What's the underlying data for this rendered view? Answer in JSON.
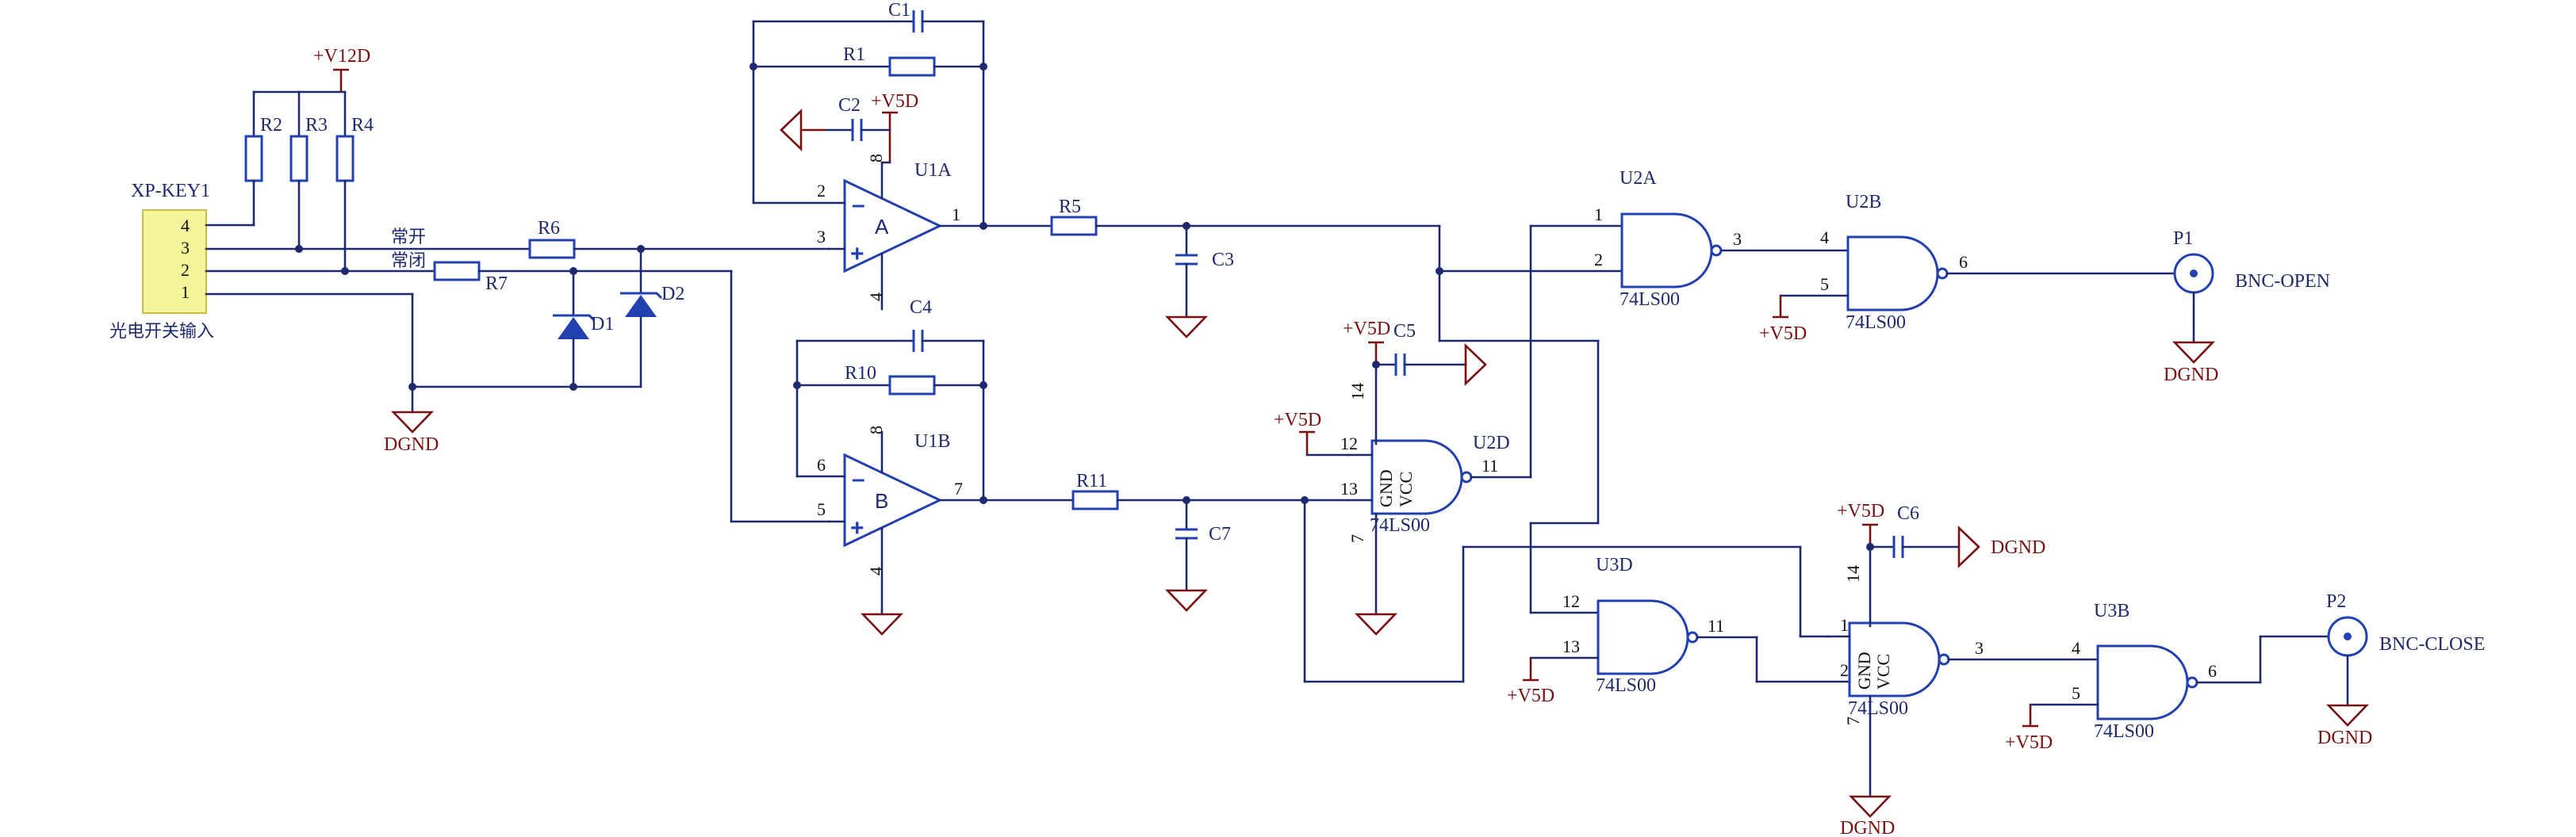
{
  "connector": {
    "ref": "XP-KEY1",
    "caption": "光电开关输入",
    "pins": [
      "4",
      "3",
      "2",
      "1"
    ]
  },
  "labels": {
    "nc_open": "常开",
    "nc_close": "常闭",
    "r1": "R1",
    "r2": "R2",
    "r3": "R3",
    "r4": "R4",
    "r5": "R5",
    "r6": "R6",
    "r7": "R7",
    "r10": "R10",
    "r11": "R11",
    "c1": "C1",
    "c2": "C2",
    "c3": "C3",
    "c4": "C4",
    "c5": "C5",
    "c6": "C6",
    "c7": "C7",
    "d1": "D1",
    "d2": "D2",
    "u1a": "U1A",
    "u1b": "U1B",
    "opa": "A",
    "opb": "B",
    "u2a": "U2A",
    "u2b": "U2B",
    "u2d": "U2D",
    "u3b": "U3B",
    "u3d": "U3D",
    "u3a_part": "74LS00",
    "part": "74LS00",
    "gnd_pin": "GND",
    "vcc_pin": "VCC",
    "p1": "P1",
    "p2": "P2",
    "bnc_open": "BNC-OPEN",
    "bnc_close": "BNC-CLOSE"
  },
  "power": {
    "v12": "+V12D",
    "v5": "+V5D",
    "dgnd": "DGND"
  },
  "pins": {
    "n1": "1",
    "n2": "2",
    "n3": "3",
    "n4": "4",
    "n5": "5",
    "n6": "6",
    "n7": "7",
    "n8": "8",
    "n11": "11",
    "n12": "12",
    "n13": "13",
    "n14": "14"
  }
}
